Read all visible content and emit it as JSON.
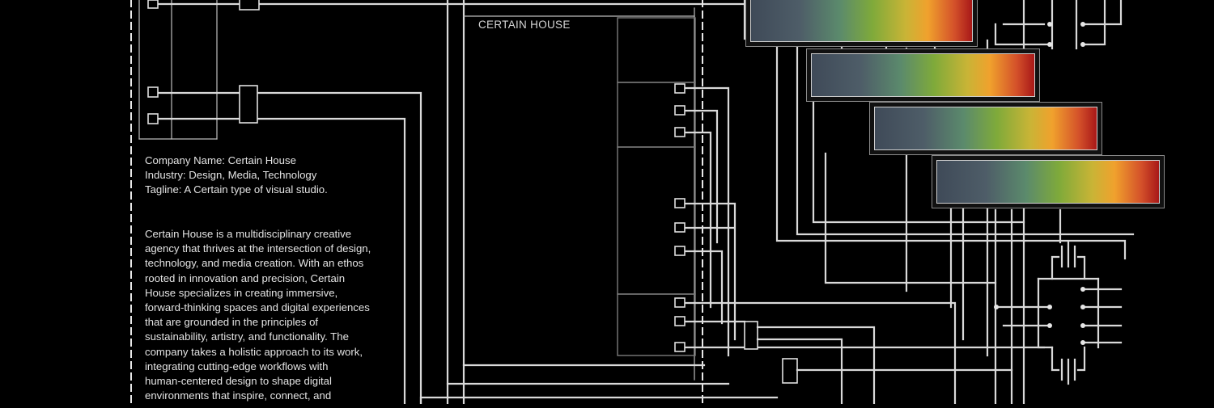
{
  "header": {
    "title": "CERTAIN HOUSE"
  },
  "company": {
    "name_line": "Company Name: Certain House",
    "industry_line": "Industry: Design, Media, Technology",
    "tagline_line": "Tagline: A Certain type of visual studio."
  },
  "description": {
    "lines": [
      "Certain House is a multidisciplinary creative",
      "agency that thrives at the intersection of design,",
      "technology, and media creation. With an ethos",
      "rooted in innovation and precision, Certain",
      "House specializes in creating immersive,",
      "forward-thinking spaces and digital experiences",
      "that are grounded in the principles of",
      "sustainability, artistry, and functionality. The",
      "company takes a holistic approach to its work,",
      "integrating cutting-edge workflows with",
      "human-centered design to shape digital",
      "environments that inspire, connect, and"
    ]
  },
  "colors": {
    "background": "#000000",
    "wire": "#d9d9d9",
    "text": "#e4e4e4",
    "spectrum": [
      "#3f4a58",
      "#5b8a6c",
      "#7faa3a",
      "#c9b436",
      "#f0a12d",
      "#d4512a",
      "#a81818"
    ]
  }
}
